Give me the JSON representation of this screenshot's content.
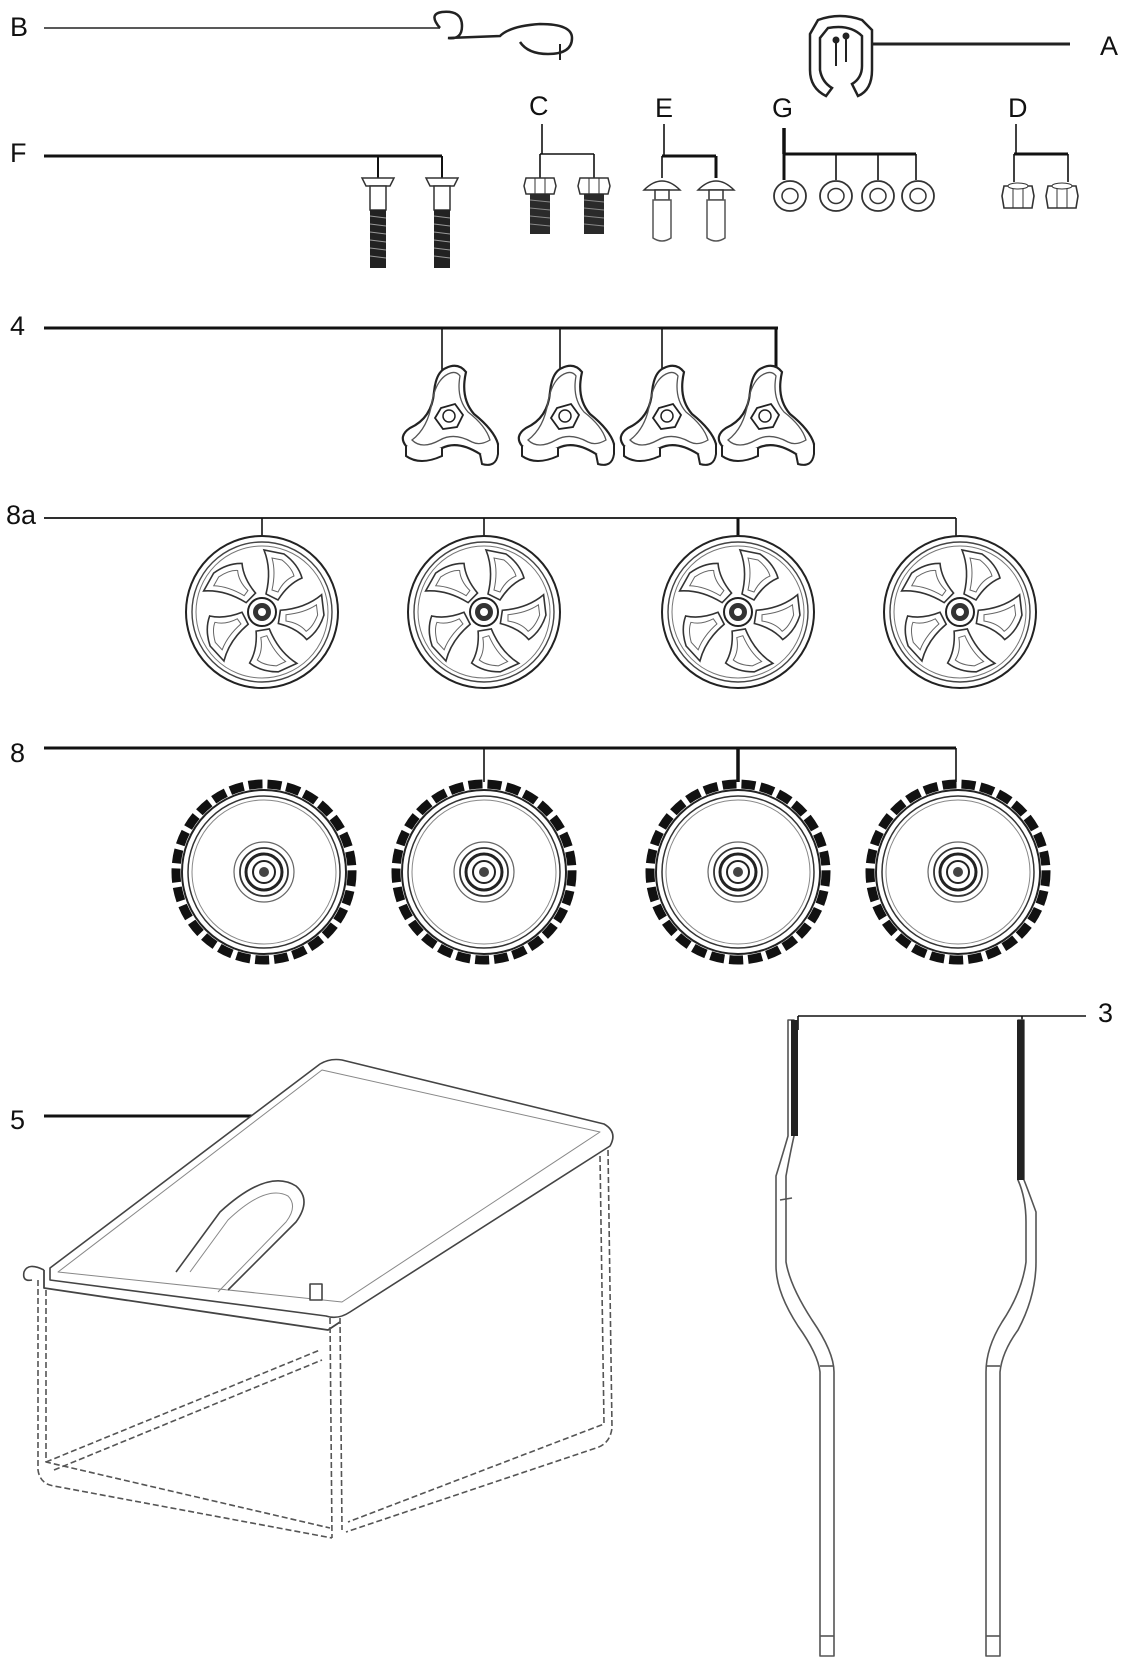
{
  "labels": {
    "A": "A",
    "B": "B",
    "C": "C",
    "D": "D",
    "E": "E",
    "F": "F",
    "G": "G",
    "p3": "3",
    "p4": "4",
    "p5": "5",
    "p8": "8",
    "p8a": "8a"
  },
  "line_color": "#111111",
  "part_stroke": "#333333"
}
